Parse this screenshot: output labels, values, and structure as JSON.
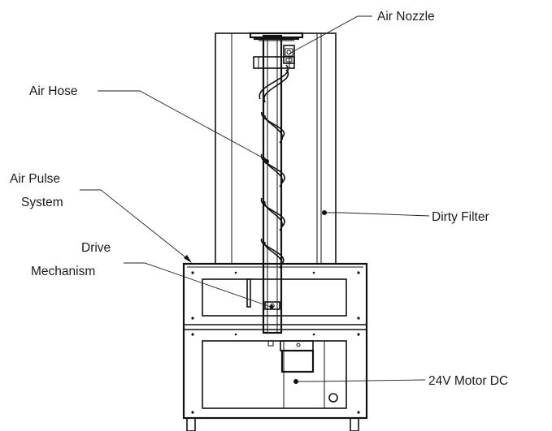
{
  "labels": {
    "air_nozzle": "Air Nozzle",
    "air_hose": "Air Hose",
    "air_pulse_line1": "Air Pulse",
    "air_pulse_line2": "System",
    "dirty_filter": "Dirty Filter",
    "drive_line1": "Drive",
    "drive_line2": "Mechanism",
    "motor": "24V Motor DC"
  }
}
